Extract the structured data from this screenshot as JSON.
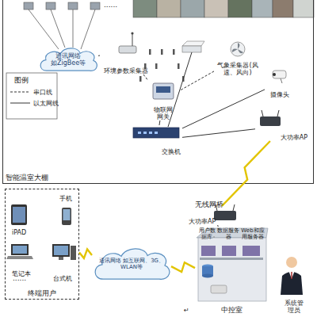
{
  "diagram": {
    "nodes": [
      {
        "text": [
          "智能温室大棚"
        ]
      },
      {
        "text": [
          "通讯网络 如ZigBee等"
        ],
        "in": 0
      },
      {
        "text": [
          "环境参数采集器"
        ],
        "in": 0
      },
      {
        "text": [
          "气象采集器(风速、风向)"
        ],
        "in": 0
      },
      {
        "text": [
          "摄像头"
        ],
        "in": 0
      },
      {
        "text": [
          "物联网网关"
        ],
        "in": 0
      },
      {
        "text": [
          "交换机"
        ],
        "in": 0
      },
      {
        "text": [
          "大功率AP"
        ],
        "in": 0
      },
      {
        "text": [
          "终端用户"
        ]
      },
      {
        "text": [
          "iPAD"
        ],
        "in": 8
      },
      {
        "text": [
          "手机"
        ],
        "in": 8
      },
      {
        "text": [
          "笔记本"
        ],
        "in": 8
      },
      {
        "text": [
          "台式机"
        ],
        "in": 8
      },
      {
        "text": [
          "通讯网络 如互联网、3G、WLAN等"
        ]
      },
      {
        "text": [
          "大功率AP"
        ]
      },
      {
        "text": [
          "中控室"
        ]
      },
      {
        "text": [
          "用户数据库"
        ],
        "in": 15
      },
      {
        "text": [
          "数据服务器"
        ],
        "in": 15
      },
      {
        "text": [
          "Web和应用服务器"
        ],
        "in": 15
      },
      {
        "text": [
          "系统管理员"
        ]
      }
    ],
    "edges": [
      {
        "from": 1,
        "to": 2,
        "arrow": "none"
      },
      {
        "from": 2,
        "to": 5,
        "arrow": "none"
      },
      {
        "from": 3,
        "to": 5,
        "arrow": "none"
      },
      {
        "from": 5,
        "to": 6,
        "arrow": "none"
      },
      {
        "from": 4,
        "to": 6,
        "arrow": "none"
      },
      {
        "from": 6,
        "to": 7,
        "arrow": "none"
      },
      {
        "from": 7,
        "to": 14,
        "label": "无线网桥",
        "arrow": "none"
      },
      {
        "from": 14,
        "to": 15,
        "arrow": "none"
      },
      {
        "from": 8,
        "to": 13,
        "arrow": "none"
      },
      {
        "from": 13,
        "to": 15,
        "arrow": "none"
      }
    ],
    "labels": [
      "......",
      "图例",
      "......",
      "↵"
    ],
    "legend": [
      {
        "text": "串口线"
      },
      {
        "text": "以太网线"
      }
    ]
  }
}
